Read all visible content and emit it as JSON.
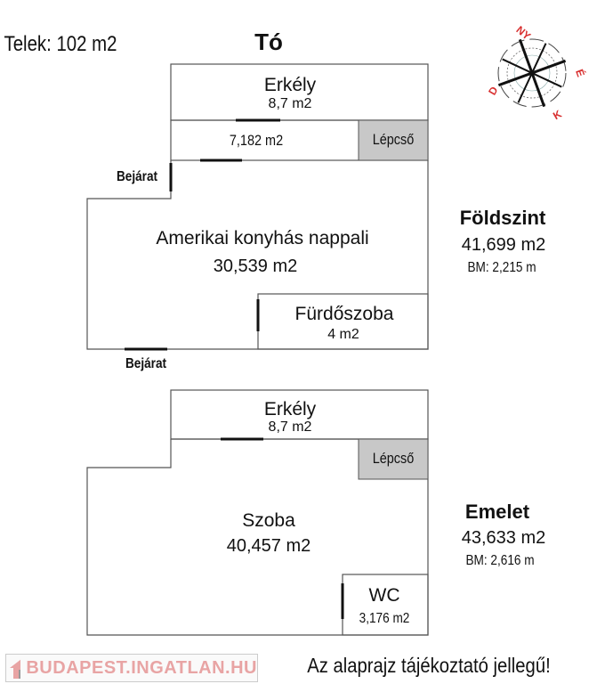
{
  "header": {
    "lot": "Telek: 102 m2",
    "lake": "Tó"
  },
  "compass": {
    "north": "NY",
    "east": "É",
    "south": "K",
    "west": "D",
    "color": "#d83030"
  },
  "ground_floor": {
    "title": "Földszint",
    "area": "41,699 m2",
    "height": "BM: 2,215 m",
    "balcony": {
      "label": "Erkély",
      "area": "8,7 m2"
    },
    "corridor": {
      "area": "7,182 m2"
    },
    "stairs": "Lépcső",
    "living": {
      "label": "Amerikai konyhás nappali",
      "area": "30,539 m2"
    },
    "bathroom": {
      "label": "Fürdőszoba",
      "area": "4 m2"
    },
    "entrance_side": "Bejárat",
    "entrance_bottom": "Bejárat"
  },
  "upper_floor": {
    "title": "Emelet",
    "area": "43,633 m2",
    "height": "BM: 2,616 m",
    "balcony": {
      "label": "Erkély",
      "area": "8,7 m2"
    },
    "stairs": "Lépcső",
    "room": {
      "label": "Szoba",
      "area": "40,457 m2"
    },
    "wc": {
      "label": "WC",
      "area": "3,176 m2"
    }
  },
  "footer": {
    "logo": "BUDAPEST.INGATLAN.HU",
    "note": "Az alaprajz tájékoztató jellegű!"
  }
}
